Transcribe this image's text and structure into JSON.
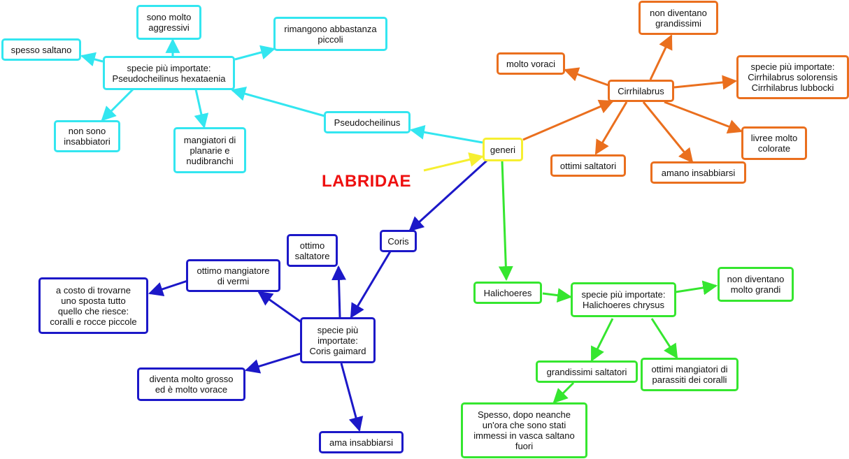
{
  "title": "LABRIDAE",
  "colors": {
    "cyan": "#33e6f0",
    "orange": "#ea6f1e",
    "blue": "#1c18c8",
    "green": "#35e62f",
    "yellow": "#f6ef31",
    "title": "#ee1010"
  },
  "nodes": {
    "generi": "generi",
    "pseudocheilinus": "Pseudocheilinus",
    "pseudo_specie": "specie più importate:\nPseudocheilinus hexataenia",
    "pseudo_aggressivi": "sono molto\naggressivi",
    "pseudo_piccoli": "rimangono abbastanza\npiccoli",
    "pseudo_saltano": "spesso saltano",
    "pseudo_insabbiatori": "non sono\ninsabbiatori",
    "pseudo_planarie": "mangiatori di\nplanarie e\nnudibranchi",
    "cirrhilabrus": "Cirrhilabrus",
    "cirrh_grandissimi": "non diventano\ngrandissimi",
    "cirrh_voraci": "molto voraci",
    "cirrh_specie": "specie più importate:\nCirrhilabrus solorensis\nCirrhilabrus lubbocki",
    "cirrh_livree": "livree molto\ncolorate",
    "cirrh_saltatori": "ottimi saltatori",
    "cirrh_insabbiarsi": "amano insabbiarsi",
    "coris": "Coris",
    "coris_specie": "specie più\nimportate:\nCoris gaimard",
    "coris_saltatore": "ottimo\nsaltatore",
    "coris_vermi": "ottimo mangiatore\ndi vermi",
    "coris_costo": "a costo di trovarne\nuno sposta tutto\nquello che riesce:\ncoralli e rocce piccole",
    "coris_grosso": "diventa molto grosso\ned è molto vorace",
    "coris_insabbiarsi": "ama insabbiarsi",
    "halichoeres": "Halichoeres",
    "hali_specie": "specie più importate:\nHalichoeres chrysus",
    "hali_grandi": "non diventano\nmolto grandi",
    "hali_saltatori": "grandissimi saltatori",
    "hali_parassiti": "ottimi mangiatori di\nparassiti dei coralli",
    "hali_spesso": "Spesso, dopo neanche\nun'ora che sono stati\nimmessi in vasca saltano\nfuori"
  }
}
